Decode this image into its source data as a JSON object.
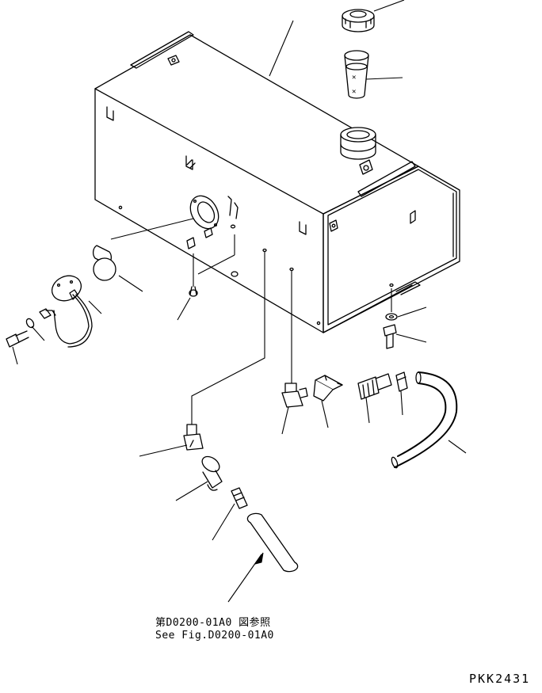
{
  "drawing": {
    "reference_jp": "第D0200-01A0 図参照",
    "reference_en": "See Fig.D0200-01A0",
    "drawing_code": "PKK2431"
  },
  "parts": [
    {
      "name": "fuel-tank"
    },
    {
      "name": "filler-cap"
    },
    {
      "name": "strainer"
    },
    {
      "name": "filler-neck"
    },
    {
      "name": "gauge-cover"
    },
    {
      "name": "gasket"
    },
    {
      "name": "sender-unit"
    },
    {
      "name": "bolt"
    },
    {
      "name": "washer"
    },
    {
      "name": "clip"
    },
    {
      "name": "drain-elbow"
    },
    {
      "name": "drain-valve"
    },
    {
      "name": "drain-connector"
    },
    {
      "name": "elbow-fitting"
    },
    {
      "name": "hose-elbow"
    },
    {
      "name": "nipple"
    },
    {
      "name": "hose-clamp"
    },
    {
      "name": "hose"
    },
    {
      "name": "mount-washer"
    },
    {
      "name": "mount-bolt"
    }
  ]
}
